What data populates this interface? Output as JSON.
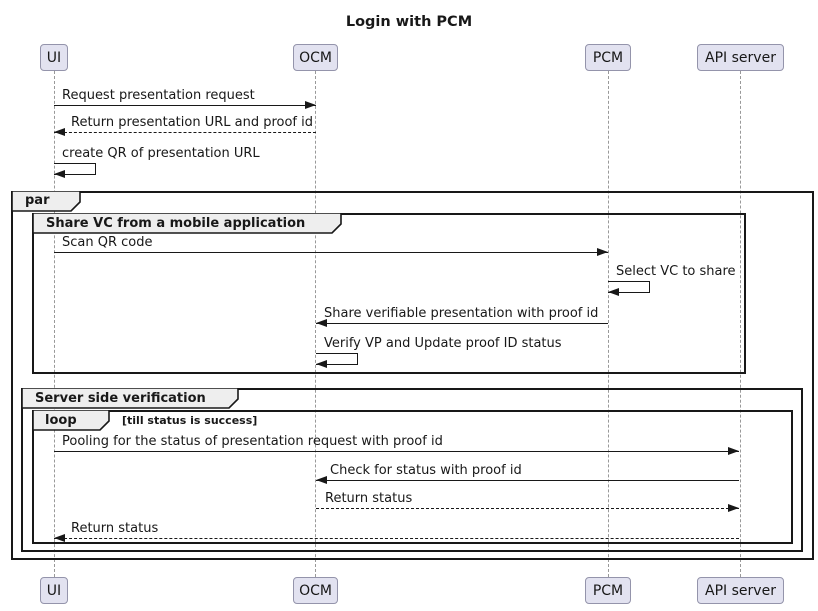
{
  "title": "Login with PCM",
  "participants": [
    {
      "name": "UI"
    },
    {
      "name": "OCM"
    },
    {
      "name": "PCM"
    },
    {
      "name": "API server"
    }
  ],
  "frames": {
    "par": {
      "label": "par"
    },
    "share_vc": {
      "label": "Share VC from a mobile application"
    },
    "server_side": {
      "label": "Server side verification"
    },
    "loop": {
      "label": "loop",
      "condition": "[till status is success]"
    }
  },
  "messages": [
    {
      "text": "Request presentation request",
      "from": "UI",
      "to": "OCM",
      "style": "solid"
    },
    {
      "text": "Return presentation URL and proof id",
      "from": "OCM",
      "to": "UI",
      "style": "dashed"
    },
    {
      "text": "create QR of presentation URL",
      "from": "UI",
      "to": "UI",
      "style": "self"
    },
    {
      "text": "Scan QR code",
      "from": "UI",
      "to": "PCM",
      "style": "solid"
    },
    {
      "text": "Select VC to share",
      "from": "PCM",
      "to": "PCM",
      "style": "self"
    },
    {
      "text": "Share verifiable presentation with proof id",
      "from": "PCM",
      "to": "OCM",
      "style": "solid"
    },
    {
      "text": "Verify VP and Update proof ID status",
      "from": "OCM",
      "to": "OCM",
      "style": "self"
    },
    {
      "text": "Pooling for the status of presentation request with proof id",
      "from": "UI",
      "to": "API server",
      "style": "solid"
    },
    {
      "text": "Check for status with proof id",
      "from": "API server",
      "to": "OCM",
      "style": "solid"
    },
    {
      "text": "Return status",
      "from": "OCM",
      "to": "API server",
      "style": "dashed"
    },
    {
      "text": "Return status",
      "from": "API server",
      "to": "UI",
      "style": "dashed"
    }
  ],
  "colors": {
    "participant-fill": "#E2E2F0",
    "participant-border": "#9494ab",
    "label-fill": "#EEEEEE",
    "frame-border": "#181818",
    "line": "#181818",
    "lifeline": "#999999",
    "text": "#181818"
  }
}
